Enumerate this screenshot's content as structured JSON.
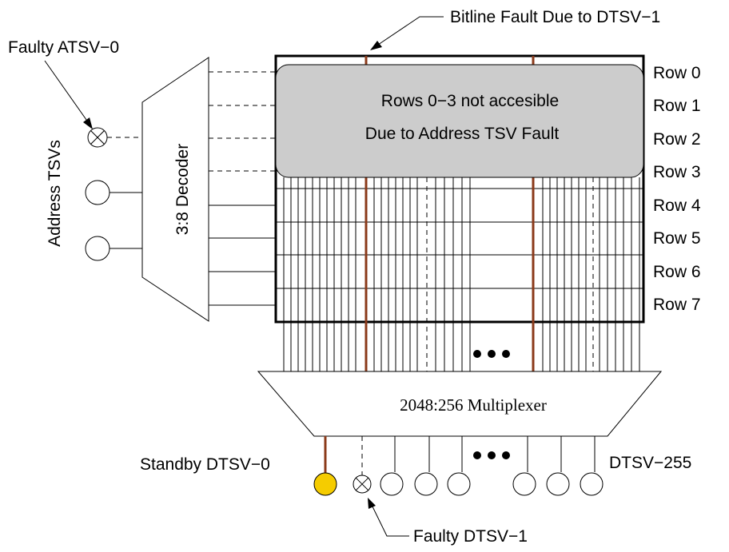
{
  "labels": {
    "bitline_fault": "Bitline Fault Due to DTSV−1",
    "faulty_atsv": "Faulty ATSV−0",
    "address_tsvs": "Address TSVs",
    "decoder": "3:8 Decoder",
    "overlay_line1": "Rows 0−3 not accesible",
    "overlay_line2": "Due to Address TSV Fault",
    "mux": "2048:256 Multiplexer",
    "standby": "Standby DTSV−0",
    "dtsv255": "DTSV−255",
    "faulty_dtsv": "Faulty DTSV−1"
  },
  "rows": [
    "Row 0",
    "Row 1",
    "Row 2",
    "Row 3",
    "Row 4",
    "Row 5",
    "Row 6",
    "Row 7"
  ],
  "colors": {
    "fault_line": "#8b3a1a",
    "standby_fill": "#f5cc00",
    "overlay_fill": "#cccccc"
  }
}
